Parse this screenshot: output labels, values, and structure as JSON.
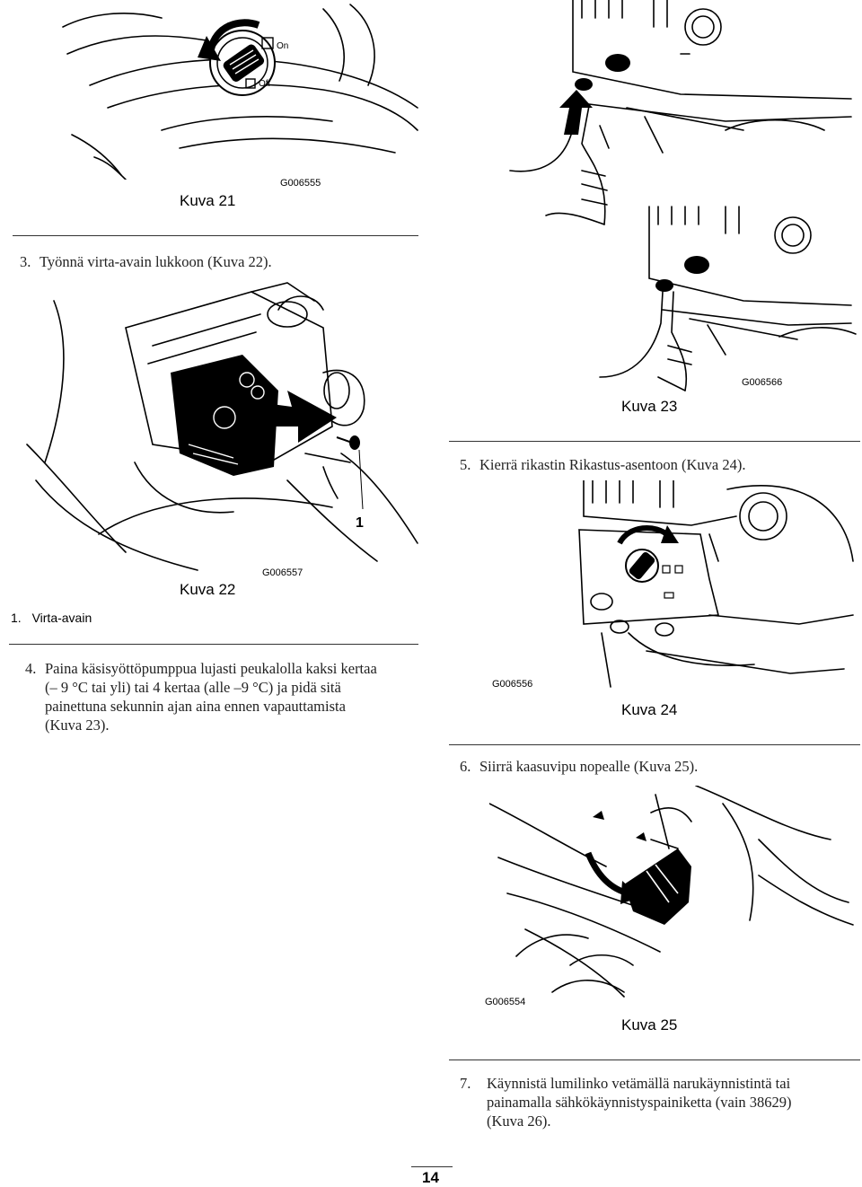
{
  "figures": {
    "kuva21": {
      "caption": "Kuva 21",
      "code": "G006555",
      "label_on": "On",
      "label_off": "Off"
    },
    "kuva22": {
      "caption": "Kuva 22",
      "code": "G006557",
      "callout": "1"
    },
    "kuva23": {
      "caption": "Kuva 23",
      "code": "G006566"
    },
    "kuva24": {
      "caption": "Kuva 24",
      "code": "G006556"
    },
    "kuva25": {
      "caption": "Kuva 25",
      "code": "G006554"
    }
  },
  "legend_kuva22": {
    "num": "1.",
    "text": "Virta-avain"
  },
  "steps": {
    "s3": {
      "num": "3.",
      "text": "Työnnä virta-avain lukkoon (Kuva 22)."
    },
    "s4": {
      "num": "4.",
      "lines": [
        "Paina käsisyöttöpumppua lujasti peukalolla kaksi kertaa",
        "(– 9 °C tai yli) tai 4 kertaa (alle –9 °C) ja pidä sitä",
        "painettuna sekunnin ajan aina ennen vapauttamista",
        "(Kuva 23)."
      ]
    },
    "s5": {
      "num": "5.",
      "text": "Kierrä rikastin Rikastus-asentoon (Kuva 24)."
    },
    "s6": {
      "num": "6.",
      "text": "Siirrä kaasuvipu nopealle (Kuva 25)."
    },
    "s7": {
      "num": "7.",
      "lines": [
        "Käynnistä lumilinko vetämällä narukäynnistintä tai",
        "painamalla sähkökäynnistyspainiketta (vain 38629)",
        "(Kuva 26)."
      ]
    }
  },
  "page_number": "14"
}
